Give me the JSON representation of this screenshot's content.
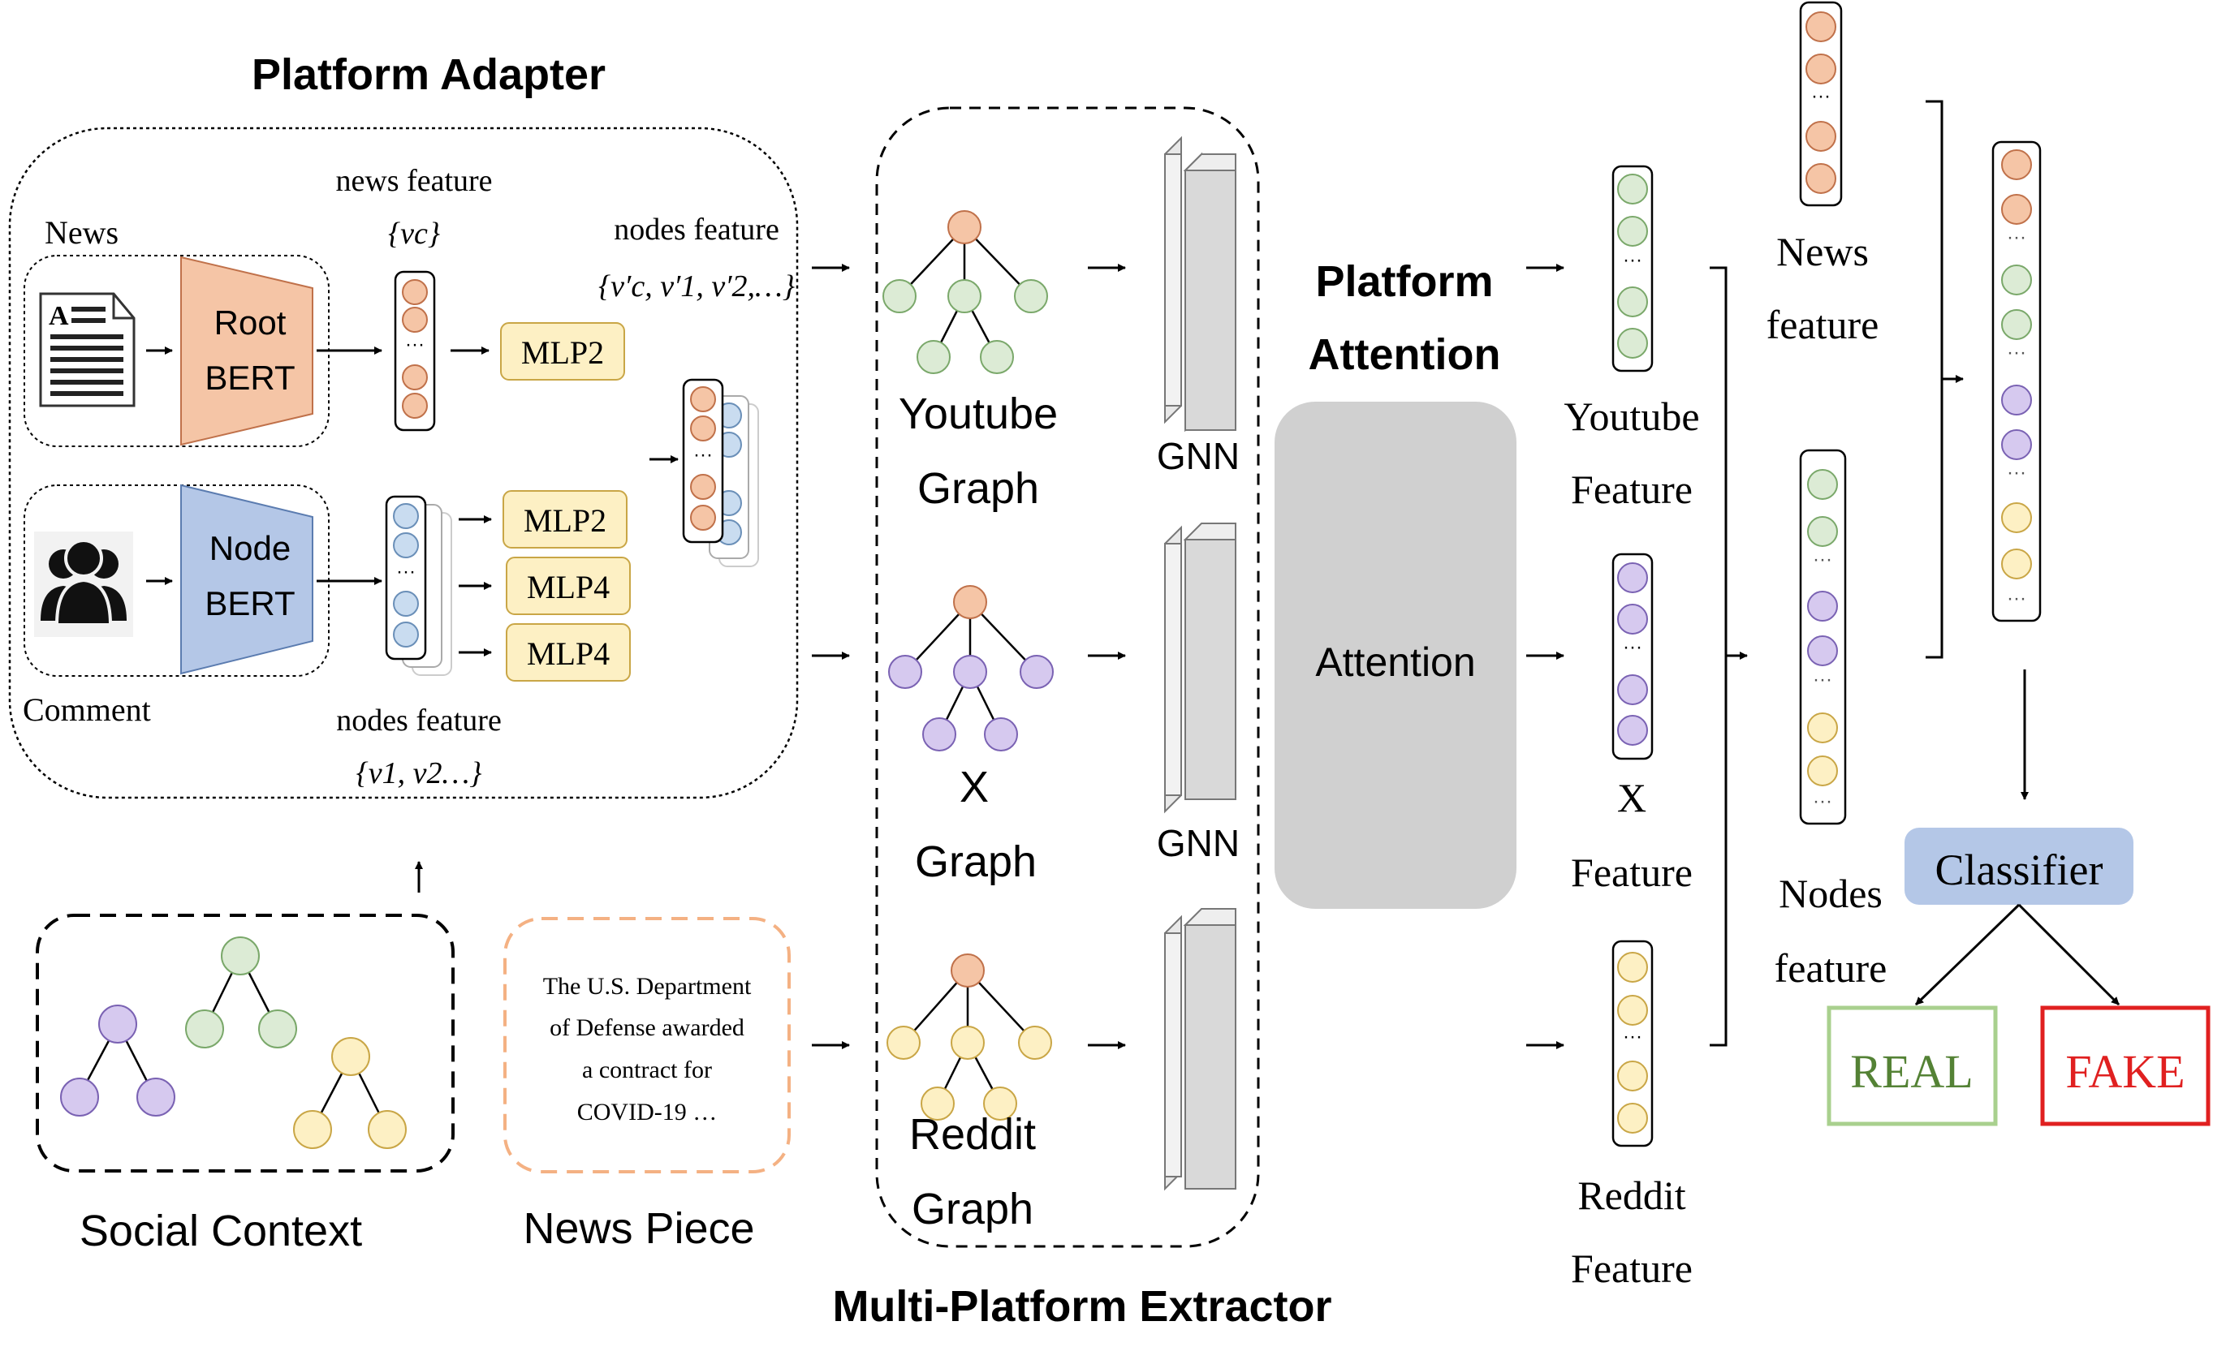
{
  "titles": {
    "platform_adapter": "Platform Adapter",
    "multi_platform_extractor": "Multi-Platform Extractor",
    "platform_attention_1": "Platform",
    "platform_attention_2": "Attention"
  },
  "adapter": {
    "news_label": "News",
    "comment_label": "Comment",
    "root_bert_1": "Root",
    "root_bert_2": "BERT",
    "node_bert_1": "Node",
    "node_bert_2": "BERT",
    "news_feature_label": "news feature",
    "news_feature_set": "{vc}",
    "nodes_feature_top_label": "nodes feature",
    "nodes_feature_top_set": "{v′c, v′1, v′2,…}",
    "nodes_feature_bottom_label": "nodes feature",
    "nodes_feature_bottom_set": "{v1, v2…}",
    "mlp_news": "MLP2",
    "mlp_a": "MLP2",
    "mlp_b": "MLP4",
    "mlp_c": "MLP4",
    "dots": "···"
  },
  "inputs": {
    "social_context": "Social Context",
    "news_piece": "News Piece",
    "news_text_1": "The U.S. Department",
    "news_text_2": "of Defense awarded",
    "news_text_3": "a contract for",
    "news_text_4": "COVID-19 …"
  },
  "extractor": {
    "youtube_1": "Youtube",
    "youtube_2": "Graph",
    "x_1": "X",
    "x_2": "Graph",
    "reddit_1": "Reddit",
    "reddit_2": "Graph",
    "gnn_1": "GNN",
    "gnn_2": "GNN"
  },
  "attention": {
    "block_label": "Attention"
  },
  "features": {
    "youtube_1": "Youtube",
    "youtube_2": "Feature",
    "x_1": "X",
    "x_2": "Feature",
    "reddit_1": "Reddit",
    "reddit_2": "Feature",
    "news_1": "News",
    "news_2": "feature",
    "nodes_1": "Nodes",
    "nodes_2": "feature"
  },
  "output": {
    "classifier": "Classifier",
    "real": "REAL",
    "fake": "FAKE"
  },
  "colors": {
    "orange": "#f5c5a6",
    "orange_stroke": "#c0714a",
    "green": "#dcebd5",
    "purple": "#d6c9ef",
    "yellow": "#fdf0c4",
    "blue": "#c9dcf0",
    "root_bert": "#f5c5a6",
    "node_bert": "#b4c7e7",
    "mlp": "#fdf0c4",
    "attention_gray": "#d0d0d0",
    "classifier_blue": "#b4c7e7",
    "real_green": "#70ad47",
    "fake_red": "#e02020"
  }
}
